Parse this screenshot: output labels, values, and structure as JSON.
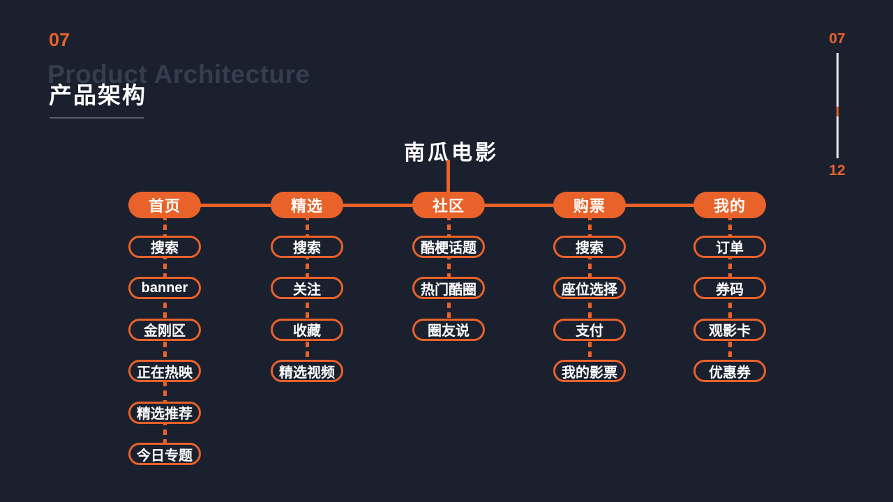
{
  "header": {
    "section_number": "07",
    "watermark": "Product Architecture",
    "title": "产品架构"
  },
  "pager": {
    "current": "07",
    "total": "12"
  },
  "tree": {
    "root": "南瓜电影",
    "branches": [
      {
        "label": "首页",
        "children": [
          "搜索",
          "banner",
          "金刚区",
          "正在热映",
          "精选推荐",
          "今日专题"
        ]
      },
      {
        "label": "精选",
        "children": [
          "搜索",
          "关注",
          "收藏",
          "精选视频"
        ]
      },
      {
        "label": "社区",
        "children": [
          "酷梗话题",
          "热门酷圈",
          "圈友说"
        ]
      },
      {
        "label": "购票",
        "children": [
          "搜索",
          "座位选择",
          "支付",
          "我的影票"
        ]
      },
      {
        "label": "我的",
        "children": [
          "订单",
          "券码",
          "观影卡",
          "优惠券"
        ]
      }
    ]
  },
  "colors": {
    "background": "#1B202E",
    "accent": "#E96229",
    "watermark_text": "#363D4E",
    "node_text": "#FFFFFF",
    "divider": "#575D69",
    "progress_line": "#EAEAEA"
  }
}
